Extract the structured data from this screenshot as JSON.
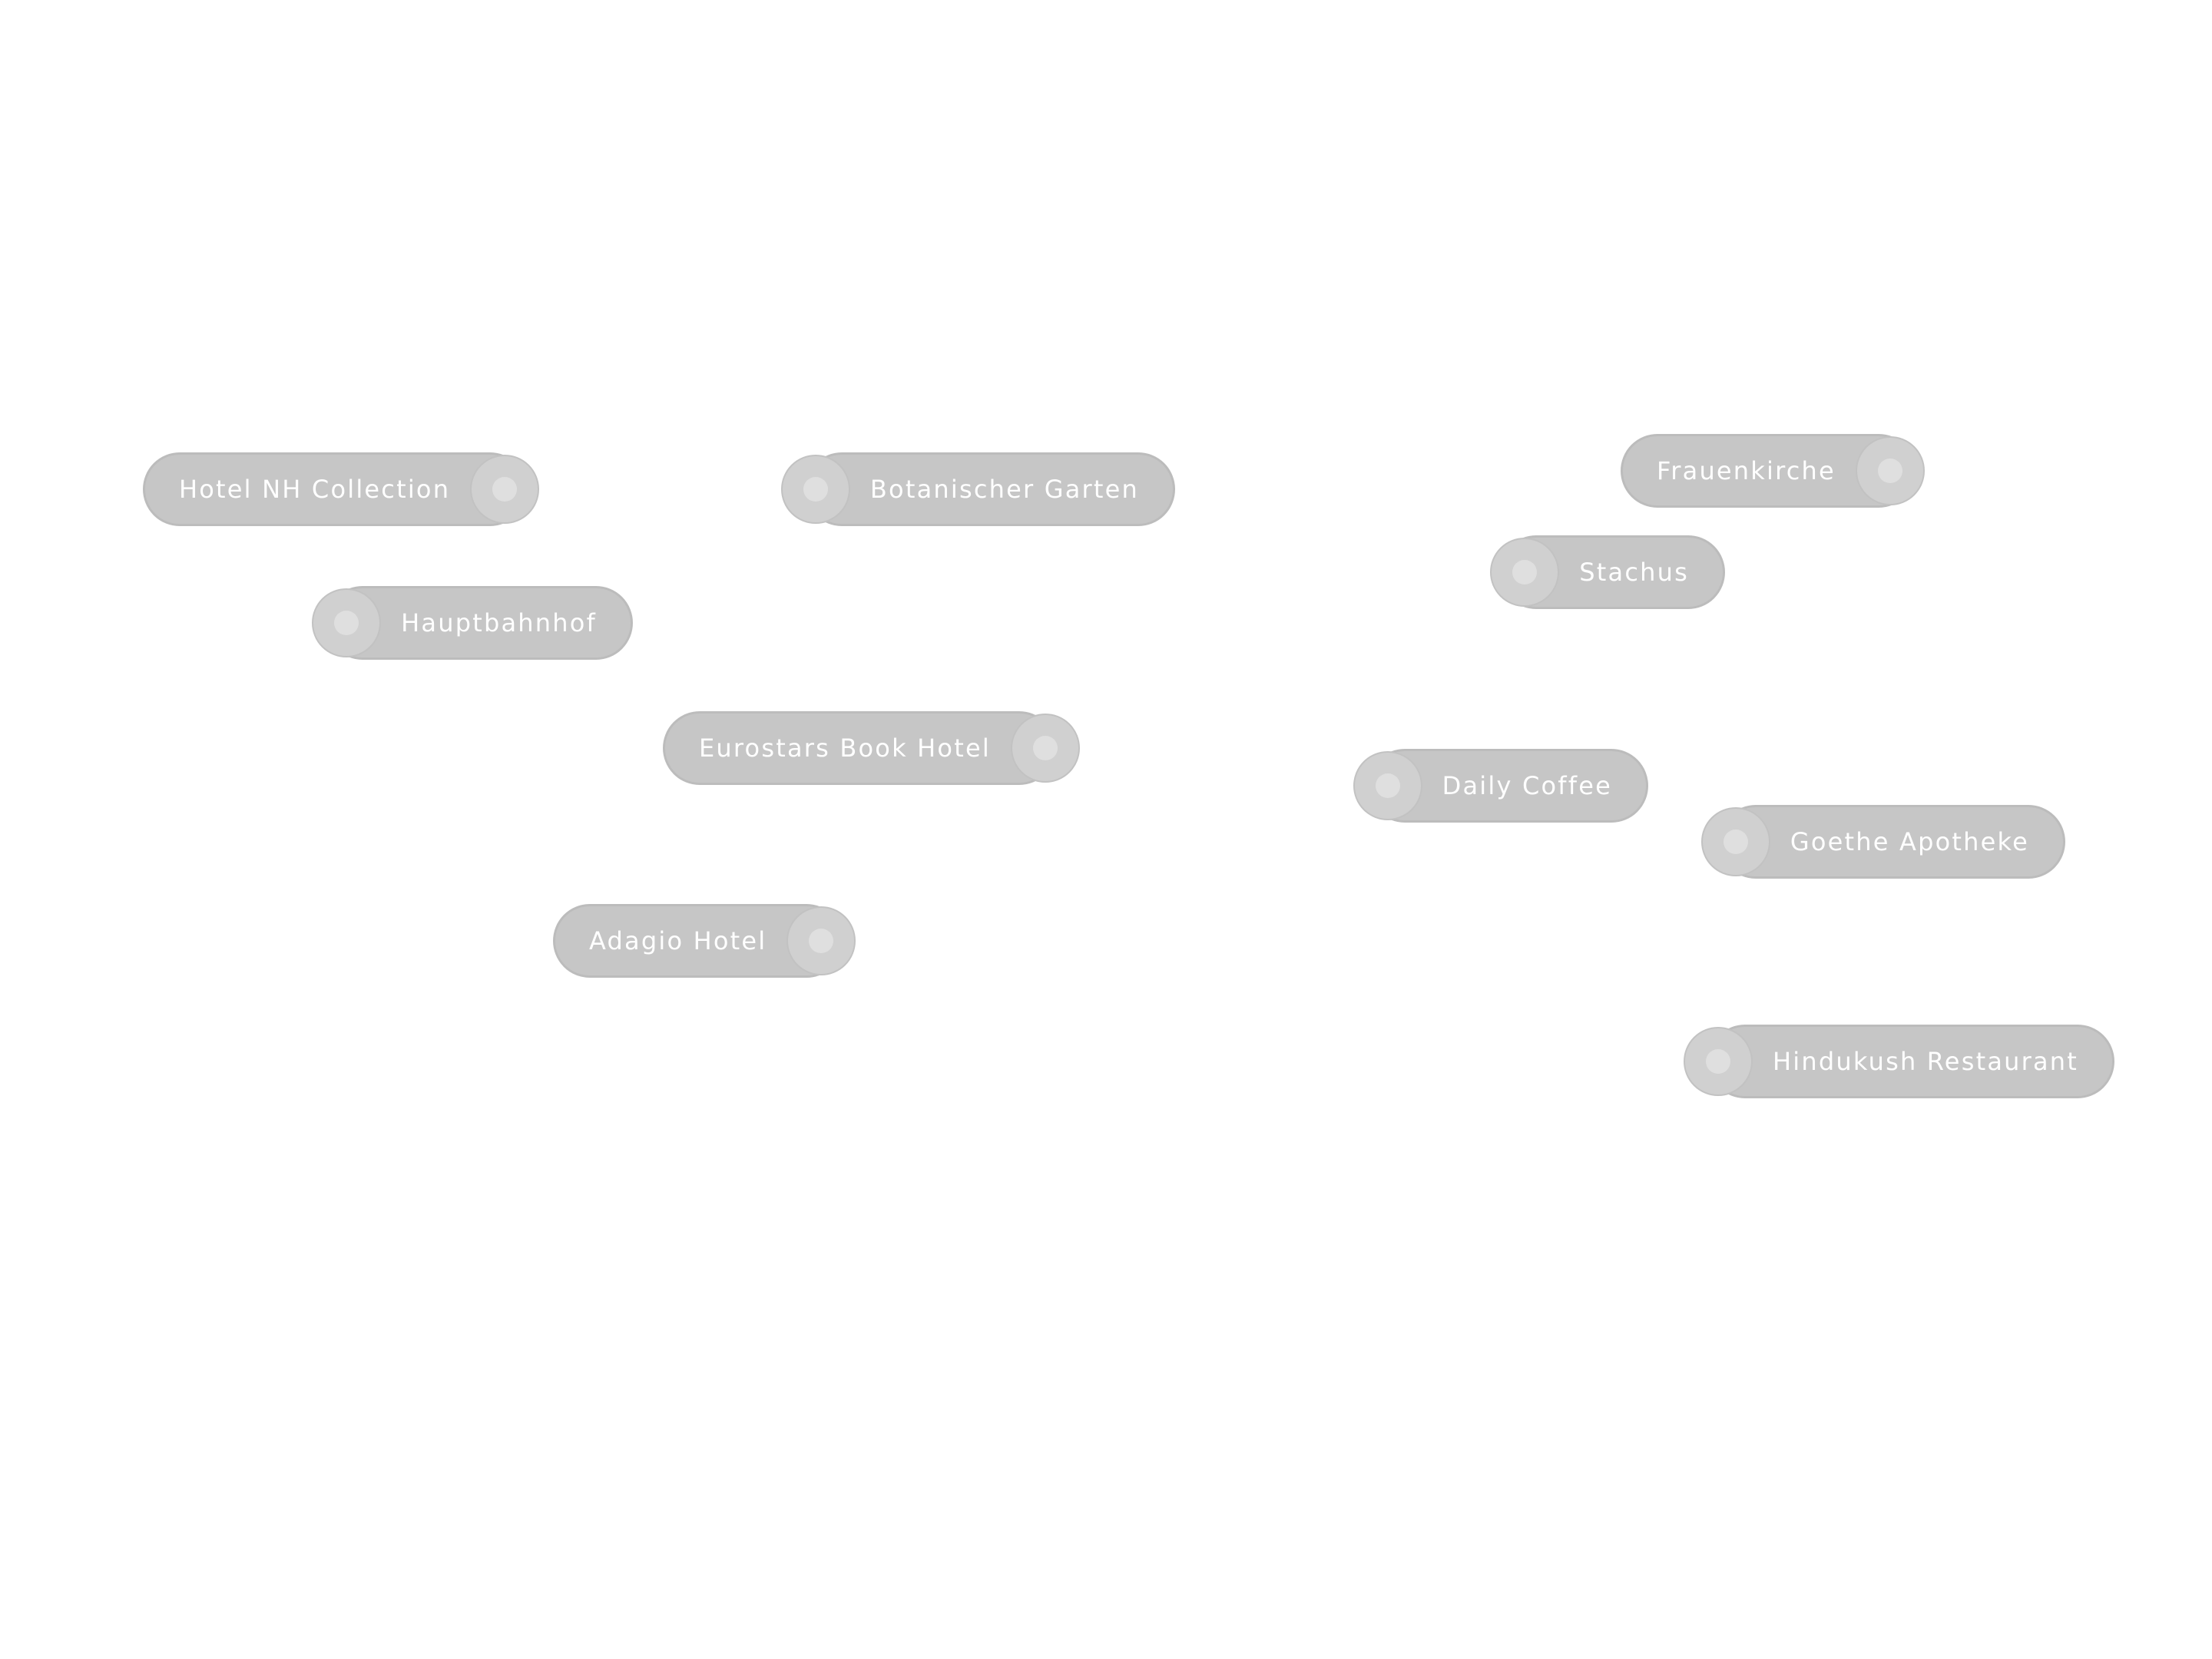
{
  "map": {
    "background_color": "#ffffff",
    "marker_color": "#c6c6c6",
    "label_color": "#ffffff",
    "markers": [
      {
        "id": "hotel-nh",
        "label": "Hotel NH Collection",
        "knob_side": "right"
      },
      {
        "id": "botanischer-garten",
        "label": "Botanischer Garten",
        "knob_side": "left"
      },
      {
        "id": "frauenkirche",
        "label": "Frauenkirche",
        "knob_side": "right"
      },
      {
        "id": "stachus",
        "label": "Stachus",
        "knob_side": "left"
      },
      {
        "id": "hauptbahnhof",
        "label": "Hauptbahnhof",
        "knob_side": "left"
      },
      {
        "id": "eurostars",
        "label": "Eurostars Book Hotel",
        "knob_side": "right"
      },
      {
        "id": "daily-coffee",
        "label": "Daily Coffee",
        "knob_side": "left"
      },
      {
        "id": "goethe-apotheke",
        "label": "Goethe Apotheke",
        "knob_side": "left"
      },
      {
        "id": "adagio-hotel",
        "label": "Adagio Hotel",
        "knob_side": "right"
      },
      {
        "id": "hindukush",
        "label": "Hindukush Restaurant",
        "knob_side": "left"
      }
    ]
  }
}
